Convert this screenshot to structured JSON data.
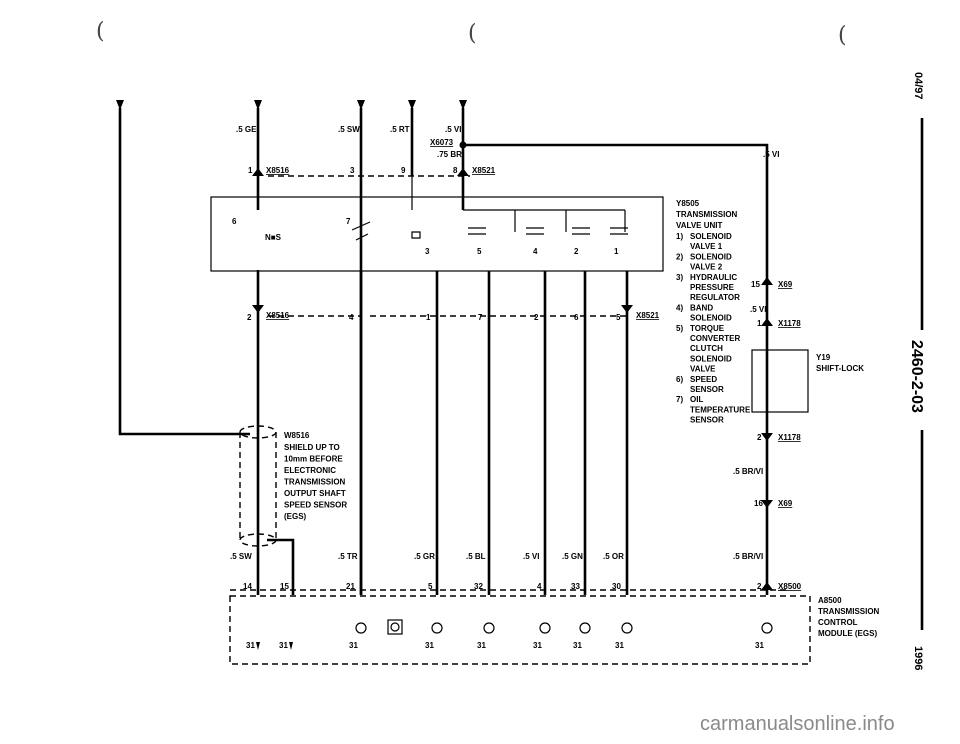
{
  "page": {
    "date": "04/97",
    "doc_number": "2460-2-03",
    "year": "1996",
    "watermark": "carmanualsonline.info"
  },
  "colors": {
    "line": "#000000",
    "watermark": "#8a8a8a"
  },
  "wires_top": {
    "ge": ".5 GE",
    "sw": ".5 SW",
    "rt": ".5 RT",
    "vi": ".5 VI",
    "vi_right": ".5 VI",
    "x6073": "X6073",
    "br": ".75 BR",
    "x8521": "X8521",
    "x8516": "X8516",
    "pin1": "1",
    "pin3": "3",
    "pin9": "9",
    "pin8": "8"
  },
  "valve_unit": {
    "pin6": "6",
    "pin7": "7",
    "nos": "N■S",
    "sol_pins": [
      "3",
      "5",
      "4",
      "2",
      "1"
    ]
  },
  "lower_connectors": {
    "x8516": "X8516",
    "pin2": "2",
    "pin4": "4",
    "pins": [
      "1",
      "7",
      "2",
      "6",
      "5"
    ],
    "x8521": "X8521"
  },
  "legend": {
    "title": [
      "Y8505",
      "TRANSMISSION",
      "VALVE UNIT"
    ],
    "items": [
      [
        "1)",
        "SOLENOID"
      ],
      [
        "",
        "VALVE 1"
      ],
      [
        "2)",
        "SOLENOID"
      ],
      [
        "",
        "VALVE 2"
      ],
      [
        "3)",
        "HYDRAULIC"
      ],
      [
        "",
        "PRESSURE"
      ],
      [
        "",
        "REGULATOR"
      ],
      [
        "4)",
        "BAND"
      ],
      [
        "",
        "SOLENOID"
      ],
      [
        "5)",
        "TORQUE"
      ],
      [
        "",
        "CONVERTER"
      ],
      [
        "",
        "CLUTCH"
      ],
      [
        "",
        "SOLENOID"
      ],
      [
        "",
        "VALVE"
      ],
      [
        "6)",
        "SPEED"
      ],
      [
        "",
        "SENSOR"
      ],
      [
        "7)",
        "OIL"
      ],
      [
        "",
        "TEMPERATURE"
      ],
      [
        "",
        "SENSOR"
      ]
    ]
  },
  "right_side": {
    "pin15": "15",
    "x69a": "X69",
    "vi": ".5 VI",
    "pin1": "1",
    "x1178a": "X1178",
    "y19": "Y19",
    "shift_lock": "SHIFT-LOCK",
    "pin2": "2",
    "x1178b": "X1178",
    "brvi1": ".5 BR/VI",
    "pin16": "16",
    "x69b": "X69",
    "brvi2": ".5 BR/VI",
    "pin2b": "2",
    "x8500": "X8500"
  },
  "shield": {
    "id": "W8516",
    "lines": [
      "SHIELD UP TO",
      "10mm BEFORE",
      "ELECTRONIC",
      "TRANSMISSION",
      "OUTPUT SHAFT",
      "SPEED SENSOR",
      "(EGS)"
    ]
  },
  "bottom_wires": {
    "sw": ".5 SW",
    "tr": ".5 TR",
    "gr": ".5 GR",
    "bl": ".5 BL",
    "vi": ".5 VI",
    "gn": ".5 GN",
    "or": ".5 OR",
    "pins": [
      "14",
      "15",
      "21",
      "5",
      "32",
      "4",
      "33",
      "30"
    ]
  },
  "module": {
    "title": [
      "A8500",
      "TRANSMISSION",
      "CONTROL",
      "MODULE (EGS)"
    ],
    "ground": "31"
  }
}
